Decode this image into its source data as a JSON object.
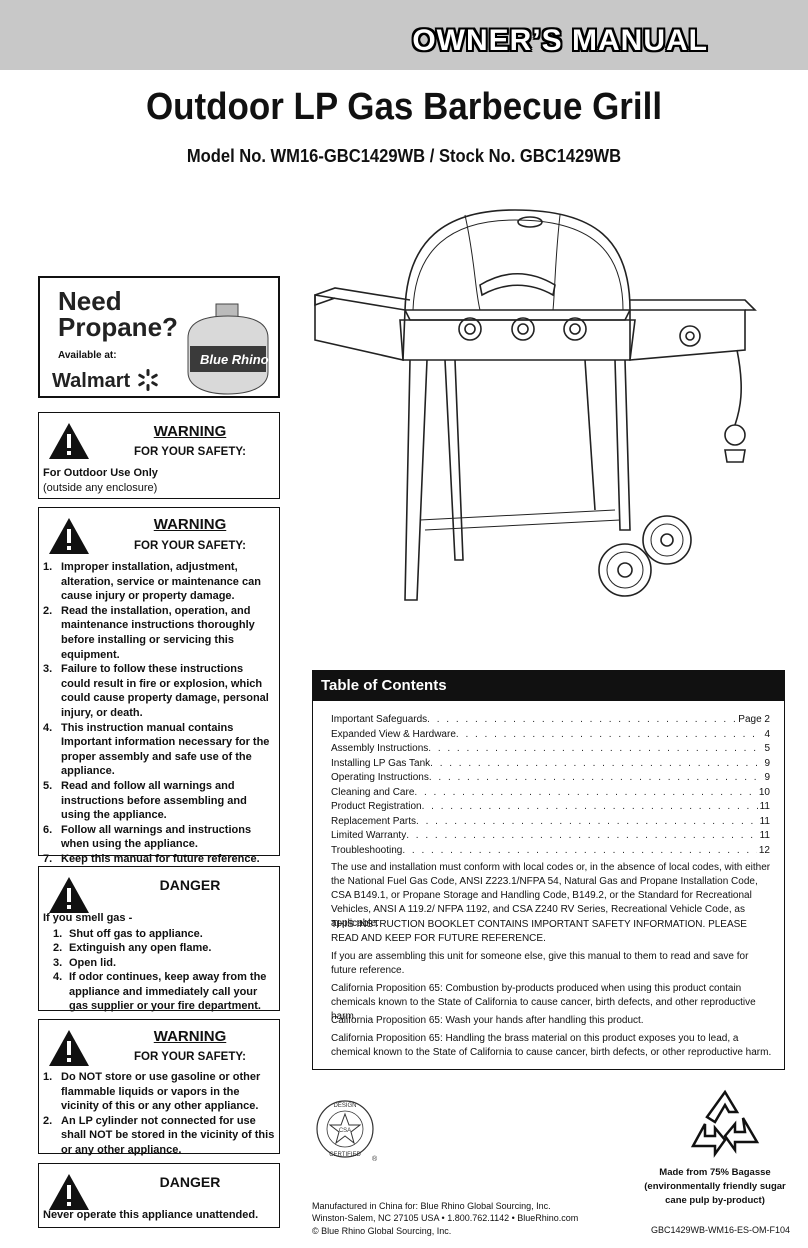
{
  "banner": {
    "title": "OWNER’S MANUAL"
  },
  "title": "Outdoor LP Gas Barbecue Grill",
  "subtitle": "Model No. WM16-GBC1429WB / Stock No. GBC1429WB",
  "ad": {
    "line1": "Need",
    "line2": "Propane?",
    "available": "Available at:",
    "store": "Walmart",
    "tank_brand": "Blue Rhino"
  },
  "warning1": {
    "heading": "WARNING",
    "sub": "FOR YOUR SAFETY:",
    "line1": "For Outdoor Use Only",
    "line2": "(outside any enclosure)"
  },
  "warning2": {
    "heading": "WARNING",
    "sub": "FOR YOUR SAFETY:",
    "items": [
      {
        "n": "1.",
        "text": "Improper installation, adjustment, alteration, service or maintenance can cause injury or property damage."
      },
      {
        "n": "2.",
        "text": "Read the installation, operation, and maintenance instructions thoroughly before installing or servicing this equipment."
      },
      {
        "n": "3.",
        "text": "Failure to follow these instructions could result in fire or explosion, which could cause property damage, personal injury, or death."
      },
      {
        "n": "4.",
        "text": "This instruction manual contains Important information necessary for the proper assembly and safe use of the appliance."
      },
      {
        "n": "5.",
        "text": "Read and follow all warnings and instructions before assembling and using the appliance."
      },
      {
        "n": "6.",
        "text": "Follow all warnings and instructions when using the appliance."
      },
      {
        "n": "7.",
        "text": "Keep this manual for future reference."
      }
    ]
  },
  "danger1": {
    "heading": "DANGER",
    "intro": "If you smell gas -",
    "items": [
      {
        "n": "1.",
        "text": "Shut off gas to appliance."
      },
      {
        "n": "2.",
        "text": "Extinguish any open flame."
      },
      {
        "n": "3.",
        "text": "Open lid."
      },
      {
        "n": "4.",
        "text": "If odor continues, keep away from the appliance and immediately call your gas supplier or your fire department."
      }
    ]
  },
  "warning3": {
    "heading": "WARNING",
    "sub": "FOR YOUR SAFETY:",
    "items": [
      {
        "n": "1.",
        "text": "Do NOT store or use gasoline or other flammable liquids or vapors in the vicinity of this or any other appliance."
      },
      {
        "n": "2.",
        "text": "An LP cylinder not connected for use shall NOT be stored in the vicinity of this or any other appliance."
      }
    ]
  },
  "danger2": {
    "heading": "DANGER",
    "text": "Never operate this appliance unattended."
  },
  "toc": {
    "heading": "Table of Contents",
    "rows": [
      {
        "label": "Important Safeguards",
        "page": "Page 2"
      },
      {
        "label": "Expanded View & Hardware",
        "page": "4"
      },
      {
        "label": "Assembly Instructions",
        "page": "5"
      },
      {
        "label": "Installing LP Gas Tank",
        "page": "9"
      },
      {
        "label": "Operating Instructions",
        "page": "9"
      },
      {
        "label": "Cleaning and Care",
        "page": "10"
      },
      {
        "label": "Product Registration",
        "page": "11"
      },
      {
        "label": "Replacement Parts",
        "page": "11"
      },
      {
        "label": "Limited Warranty",
        "page": "11"
      },
      {
        "label": "Troubleshooting",
        "page": "12"
      }
    ],
    "para_codes": "The use and installation must conform with local codes or, in the absence of local codes, with either the National Fuel Gas Code, ANSI Z223.1/NFPA 54, Natural Gas and Propane Installation Code, CSA B149.1, or Propane Storage and Handling Code, B149.2, or the Standard for Recreational Vehicles, ANSI A 119.2/ NFPA 1192, and CSA Z240 RV Series, Recreational Vehicle Code, as applicable.",
    "para_booklet": "THIS INSTRUCTION BOOKLET CONTAINS IMPORTANT SAFETY INFORMATION. PLEASE READ AND KEEP FOR FUTURE REFERENCE.",
    "para_assembling": "If you are assembling this unit for someone else, give this manual to them to read and save for future reference.",
    "para_prop65_a": "California Proposition 65: Combustion by-products produced when using this product contain chemicals known to the State of California to cause cancer, birth defects, and other reproductive harm.",
    "para_prop65_b": "California Proposition 65: Wash your hands after handling this product.",
    "para_prop65_c": "California Proposition 65: Handling the brass material on this product exposes you to lead, a chemical known to the State of California to cause cancer, birth defects, or other reproductive harm."
  },
  "cert": {
    "top": "DESIGN",
    "bottom": "CERTIFIED",
    "center": "CSA",
    "reg": "®"
  },
  "bagasse": {
    "line1": "Made from 75% Bagasse",
    "line2": "(environmentally friendly sugar",
    "line3": "cane pulp by-product)"
  },
  "footer": {
    "mfg1": "Manufactured in China for: Blue Rhino Global Sourcing, Inc.",
    "mfg2": "Winston-Salem, NC 27105 USA • 1.800.762.1142 • BlueRhino.com",
    "mfg3": "© Blue Rhino Global Sourcing, Inc.",
    "code": "GBC1429WB-WM16-ES-OM-F104"
  }
}
